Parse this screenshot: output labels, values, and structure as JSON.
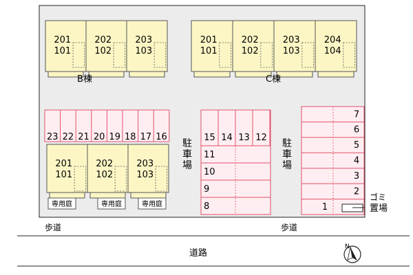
{
  "colors": {
    "lot": "#ececec",
    "building": "#fbf6c4",
    "building_edge": "#555555",
    "parking_fill": "#ffeef1",
    "parking_edge": "#e0506a",
    "line": "#222222"
  },
  "buildings": {
    "B": {
      "label": "B棟",
      "units": [
        {
          "upper": "201",
          "lower": "101"
        },
        {
          "upper": "202",
          "lower": "102"
        },
        {
          "upper": "203",
          "lower": "103"
        }
      ]
    },
    "C": {
      "label": "C棟",
      "units": [
        {
          "upper": "201",
          "lower": "101"
        },
        {
          "upper": "202",
          "lower": "102"
        },
        {
          "upper": "203",
          "lower": "103"
        },
        {
          "upper": "204",
          "lower": "104"
        }
      ]
    },
    "A": {
      "units": [
        {
          "upper": "201",
          "lower": "101"
        },
        {
          "upper": "202",
          "lower": "102"
        },
        {
          "upper": "203",
          "lower": "103"
        }
      ],
      "garden_label": "専用庭"
    }
  },
  "parking": {
    "left_row": [
      "23",
      "22",
      "21",
      "20",
      "19",
      "18",
      "17",
      "16"
    ],
    "middle_top": [
      "15",
      "14",
      "13",
      "12"
    ],
    "middle_left": [
      "11",
      "10",
      "9",
      "8"
    ],
    "right": [
      "7",
      "6",
      "5",
      "4",
      "3",
      "2",
      "1"
    ],
    "label_chars": [
      "駐",
      "車",
      "場"
    ]
  },
  "garbage": {
    "label_line1": "ゴミ",
    "label_line2": "置場"
  },
  "sidewalk_left": "歩道",
  "sidewalk_right": "歩道",
  "road": "道路",
  "compass": {
    "label": "N",
    "icon": "north-arrow-icon"
  }
}
